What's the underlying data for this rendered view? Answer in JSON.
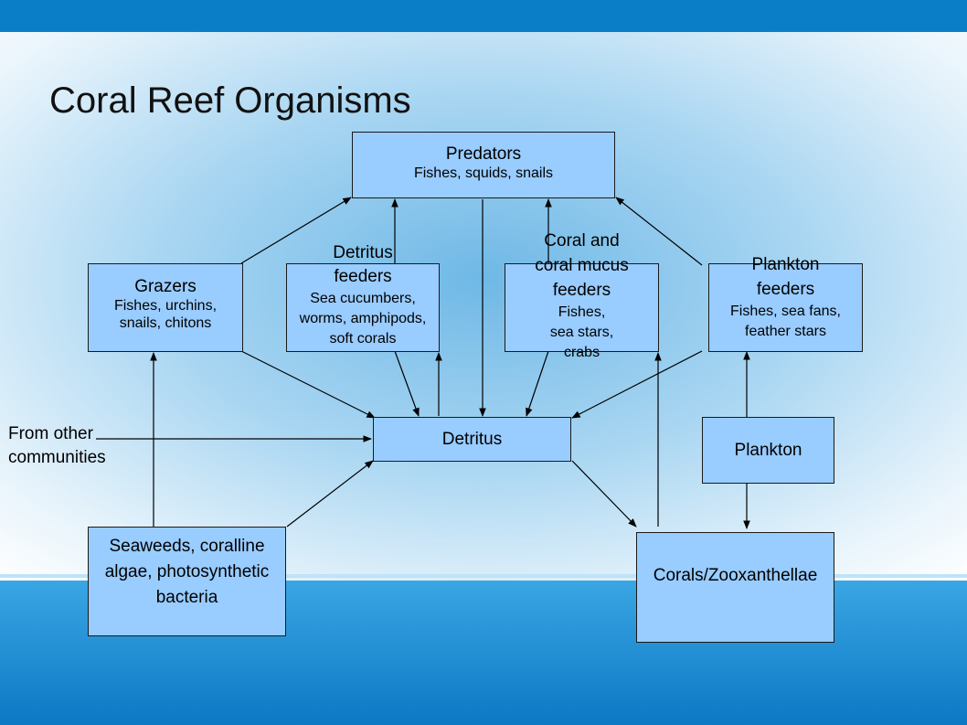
{
  "slide": {
    "title": "Coral Reef Organisms",
    "colors": {
      "top_bar": "#0a7fc7",
      "box_fill": "#99ccff",
      "bottom_band": "#1e90d8"
    }
  },
  "nodes": {
    "predators": {
      "title": "Predators",
      "subtitle": "Fishes, squids, snails"
    },
    "grazers": {
      "title": "Grazers",
      "subtitle": "Fishes, urchins, snails, chitons"
    },
    "detritus_feeders": {
      "title": "Detritus feeders",
      "subtitle": "Sea cucumbers, worms, amphipods, soft corals"
    },
    "coral_feeders": {
      "title": "Coral and coral mucus feeders",
      "subtitle": "Fishes, sea stars, crabs"
    },
    "plankton_feeders": {
      "title": "Plankton feeders",
      "subtitle": "Fishes, sea fans, feather stars"
    },
    "detritus": {
      "title": "Detritus"
    },
    "plankton": {
      "title": "Plankton"
    },
    "seaweeds": {
      "title": "Seaweeds, coralline algae, photosynthetic bacteria"
    },
    "corals": {
      "title": "Corals/Zooxanthellae"
    }
  },
  "labels": {
    "other_communities": "From other communities"
  }
}
